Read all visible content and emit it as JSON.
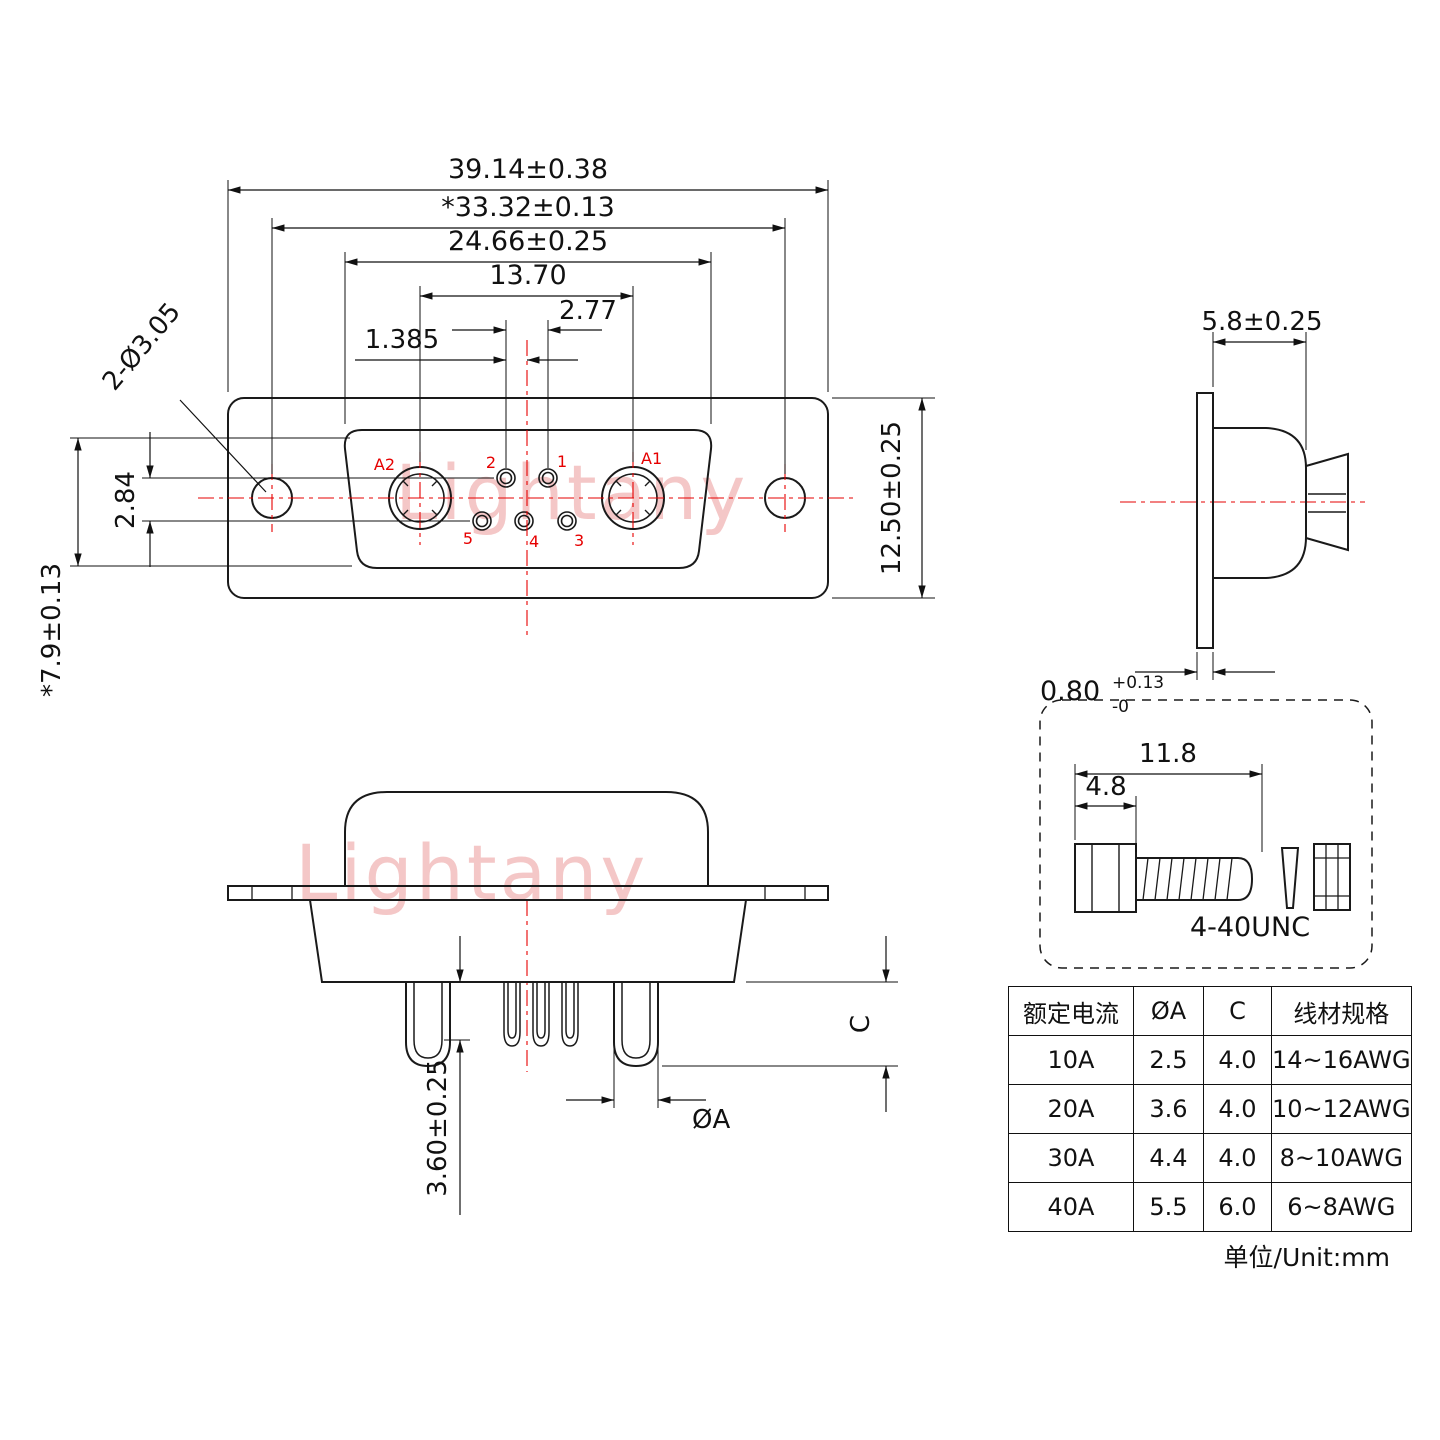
{
  "meta": {
    "unit_label": "单位/Unit:mm",
    "watermark": "Lightany"
  },
  "front_view": {
    "dim_total_width": "39.14±0.38",
    "dim_mount_width": "*33.32±0.13",
    "dim_cutout_width": "24.66±0.25",
    "dim_contact_span": "13.70",
    "dim_pin_pitch": "2.77",
    "dim_pin_offset": "1.385",
    "dim_mount_holes": "2-Ø3.05",
    "dim_row_gap": "2.84",
    "dim_cutout_height": "*7.9±0.13",
    "dim_total_height": "12.50±0.25",
    "label_a1": "A1",
    "label_a2": "A2",
    "pin_labels": [
      "1",
      "2",
      "3",
      "4",
      "5"
    ]
  },
  "side_view": {
    "dim_body_depth": "5.8±0.25",
    "dim_flange_thickness": "0.80",
    "tol_plus": "+0.13",
    "tol_minus": "-0"
  },
  "rear_view": {
    "dim_pin_length": "3.60±0.25",
    "dim_pin_diameter": "ØA",
    "dim_barrel_depth": "C"
  },
  "screw": {
    "dim_overall": "11.8",
    "dim_head": "4.8",
    "thread_spec": "4-40UNC"
  },
  "spec_table": {
    "headers": [
      "额定电流",
      "ØA",
      "C",
      "线材规格"
    ],
    "rows": [
      [
        "10A",
        "2.5",
        "4.0",
        "14~16AWG"
      ],
      [
        "20A",
        "3.6",
        "4.0",
        "10~12AWG"
      ],
      [
        "30A",
        "4.4",
        "4.0",
        "8~10AWG"
      ],
      [
        "40A",
        "5.5",
        "6.0",
        "6~8AWG"
      ]
    ]
  },
  "colors": {
    "line": "#111111",
    "accent_red": "#e60000",
    "watermark_pink": "#f2b8b8"
  }
}
